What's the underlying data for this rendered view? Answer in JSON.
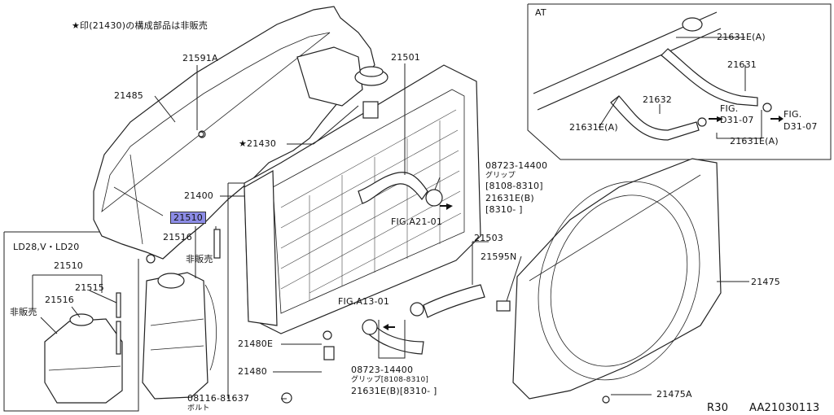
{
  "note_top": "★印(21430)の構成部品は非販売",
  "labels": {
    "p21591A": "21591A",
    "p21485": "21485",
    "p21501": "21501",
    "p21430": "★21430",
    "p21400": "21400",
    "p21510_hl": "21510",
    "p21516": "21516",
    "hihanbai_a": "非販売",
    "ld_variant": "LD28,V・LD20",
    "p21510": "21510",
    "p21515": "21515",
    "p21516b": "21516",
    "hihanbai_b": "非販売",
    "p08723_top": "08723-14400",
    "grip_top": "グリップ",
    "range_top_a": "[8108-8310]",
    "p21631EB_top": "21631E(B)",
    "range_top_b": "[8310-  ]",
    "figA21": "FIG.A21-01",
    "p21503": "21503",
    "p21595N": "21595N",
    "figA13": "FIG.A13-01",
    "p21475": "21475",
    "p21480E": "21480E",
    "p21480": "21480",
    "p08723_bot": "08723-14400",
    "grip_bot": "グリップ[8108-8310]",
    "p21631EB_bot": "21631E(B)[8310-  ]",
    "p08116": "08116-81637",
    "bolt": "ボルト",
    "p21475A": "21475A",
    "model": "R30",
    "code": "AA21030113",
    "at_inset": {
      "title": "AT",
      "p21631EA_1": "21631E(A)",
      "p21631": "21631",
      "p21632": "21632",
      "fig_a": "FIG.",
      "fig_a2": "D31-07",
      "fig_b": "FIG.",
      "fig_b2": "D31-07",
      "p21631EA_2": "21631E(A)",
      "p21631EA_3": "21631E(A)"
    }
  },
  "colors": {
    "highlight": "#8c8ce6",
    "ink": "#222222"
  }
}
